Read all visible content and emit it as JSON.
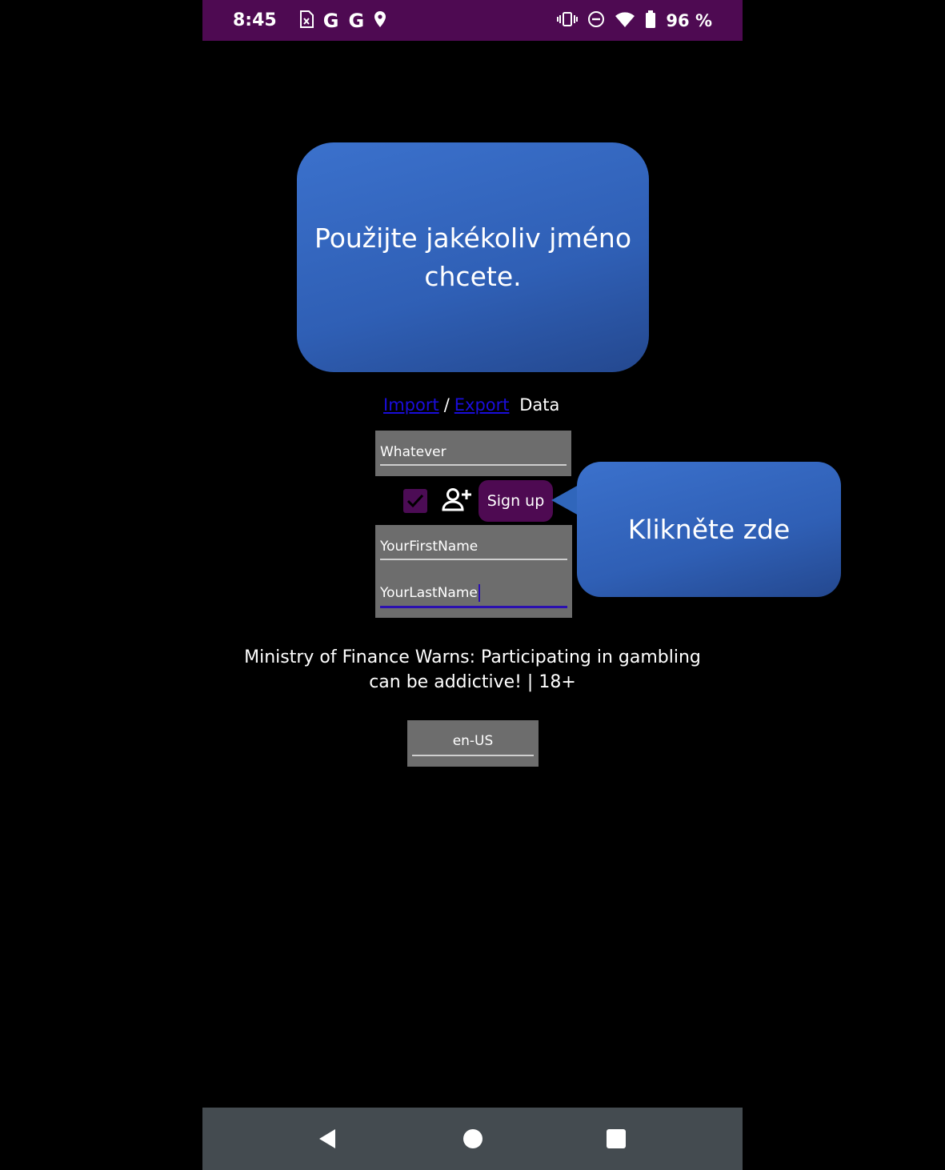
{
  "status_bar": {
    "time": "8:45",
    "left_icons": [
      "sim-icon",
      "google-icon",
      "google-icon",
      "location-icon"
    ],
    "google_glyph": "G",
    "battery_text": "96 %",
    "right_icons": [
      "vibrate-icon",
      "do-not-disturb-icon",
      "wifi-icon",
      "battery-icon"
    ],
    "background": "#4e0a52"
  },
  "tooltip_top": {
    "text": "Použijte jakékoliv jméno chcete."
  },
  "tooltip_right": {
    "text": "Klikněte zde"
  },
  "import_export": {
    "import_label": "Import",
    "separator": "/",
    "export_label": "Export",
    "data_label": "Data",
    "link_color": "#1a0ddb"
  },
  "username_field": {
    "value": "Whatever"
  },
  "signup": {
    "checkbox_checked": true,
    "icon": "add-user-icon",
    "button_label": "Sign up",
    "accent": "#4e0a52"
  },
  "first_name_field": {
    "value": "YourFirstName"
  },
  "last_name_field": {
    "value": "YourLastName"
  },
  "warning": {
    "text": "Ministry of Finance Warns: Participating in gambling can be addictive! | 18+"
  },
  "locale": {
    "value": "en-US"
  },
  "nav_bar": {
    "icons": [
      "back-icon",
      "home-icon",
      "recent-apps-icon"
    ]
  }
}
